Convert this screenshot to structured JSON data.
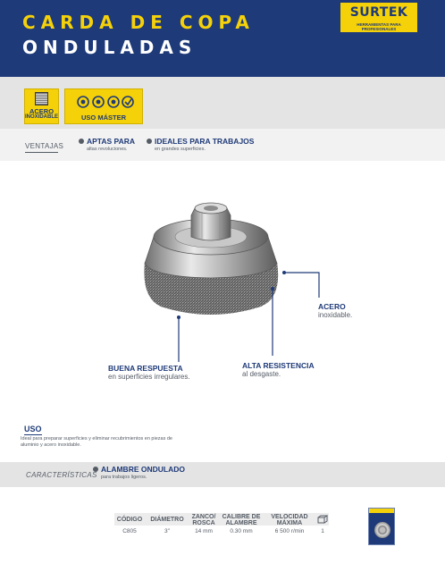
{
  "header": {
    "title_line1": "CARDA DE COPA",
    "title_line2": "ONDULADAS",
    "brand": "SURTEK",
    "brand_tagline": "HERRAMIENTAS PARA PROFESIONALES"
  },
  "badges": {
    "acero_label_1": "ACERO",
    "acero_label_2": "INOXIDABLE",
    "maestro_label": "USO MÁSTER"
  },
  "ventajas": {
    "label": "VENTAJAS",
    "items": [
      {
        "title": "APTAS PARA",
        "subtitle": "altas revoluciones."
      },
      {
        "title": "IDEALES PARA TRABAJOS",
        "subtitle": "en grandes superficies."
      }
    ]
  },
  "callouts": {
    "acero": {
      "title": "ACERO",
      "subtitle": "inoxidable."
    },
    "buena": {
      "title": "BUENA RESPUESTA",
      "subtitle": "en superficies irregulares."
    },
    "alta": {
      "title": "ALTA RESISTENCIA",
      "subtitle": "al desgaste."
    }
  },
  "uso": {
    "title": "USO",
    "text": "Ideal para preparar superficies y eliminar recubrimientos en piezas de aluminio y acero inoxidable."
  },
  "caracteristicas": {
    "label": "CARACTERÍSTICAS",
    "item_title": "ALAMBRE ONDULADO",
    "item_subtitle": "para trabajos ligeros."
  },
  "table": {
    "headers": [
      "CÓDIGO",
      "DIÁMETRO",
      "ZANCO/ ROSCA",
      "CALIBRE DE ALAMBRE",
      "VELOCIDAD MÁXIMA"
    ],
    "row": [
      "C805",
      "3\"",
      "14 mm",
      "0.30 mm",
      "6 500 r/min",
      "1"
    ]
  },
  "colors": {
    "navy": "#1e3a78",
    "yellow": "#f5d10a",
    "gray": "#555c66"
  },
  "icons": [
    "acero-inoxidable-icon",
    "uso-master-icons",
    "package-icon",
    "wire-cup-brush-image"
  ]
}
